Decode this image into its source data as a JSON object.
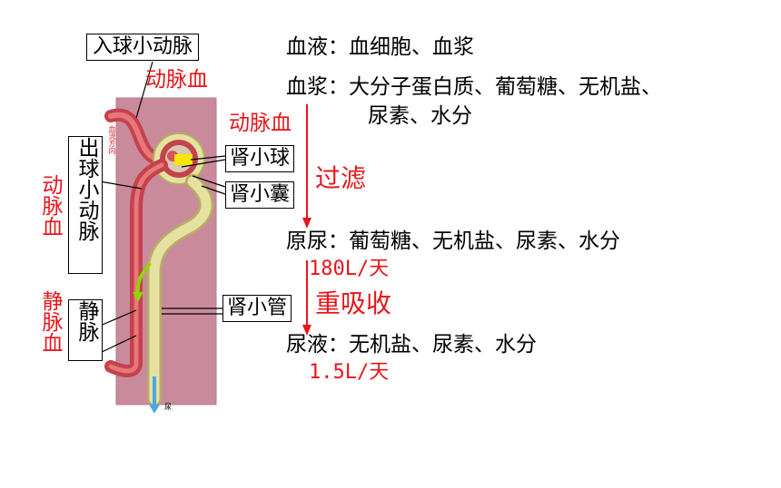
{
  "left_labels": {
    "afferent": "入球小动脉",
    "afferent_blood": "动脉血",
    "efferent": "出球小动脉",
    "efferent_blood": "动脉血",
    "vein": "静脉",
    "vein_blood": "静脉血",
    "glomerulus": "肾小球",
    "capsule": "肾小囊",
    "tubule": "肾小管",
    "flow_direction": "血流方向",
    "urine_small": "尿"
  },
  "process": {
    "blood_line": "血液：血细胞、血浆",
    "plasma_line1": "血浆：大分子蛋白质、葡萄糖、无机盐、",
    "plasma_line2": "尿素、水分",
    "arterial_blood": "动脉血",
    "filtration": "过滤",
    "primary_urine": "原尿：葡萄糖、无机盐、尿素、水分",
    "primary_volume": "180L/天",
    "reabsorption": "重吸收",
    "urine": "尿液：无机盐、尿素、水分",
    "urine_volume": "1.5L/天"
  },
  "colors": {
    "red": "#e8151b",
    "background_panel": "#c98a9c",
    "vessel": "#d9535a",
    "tubule": "#e6e1a0",
    "yellow": "#f6e600"
  }
}
